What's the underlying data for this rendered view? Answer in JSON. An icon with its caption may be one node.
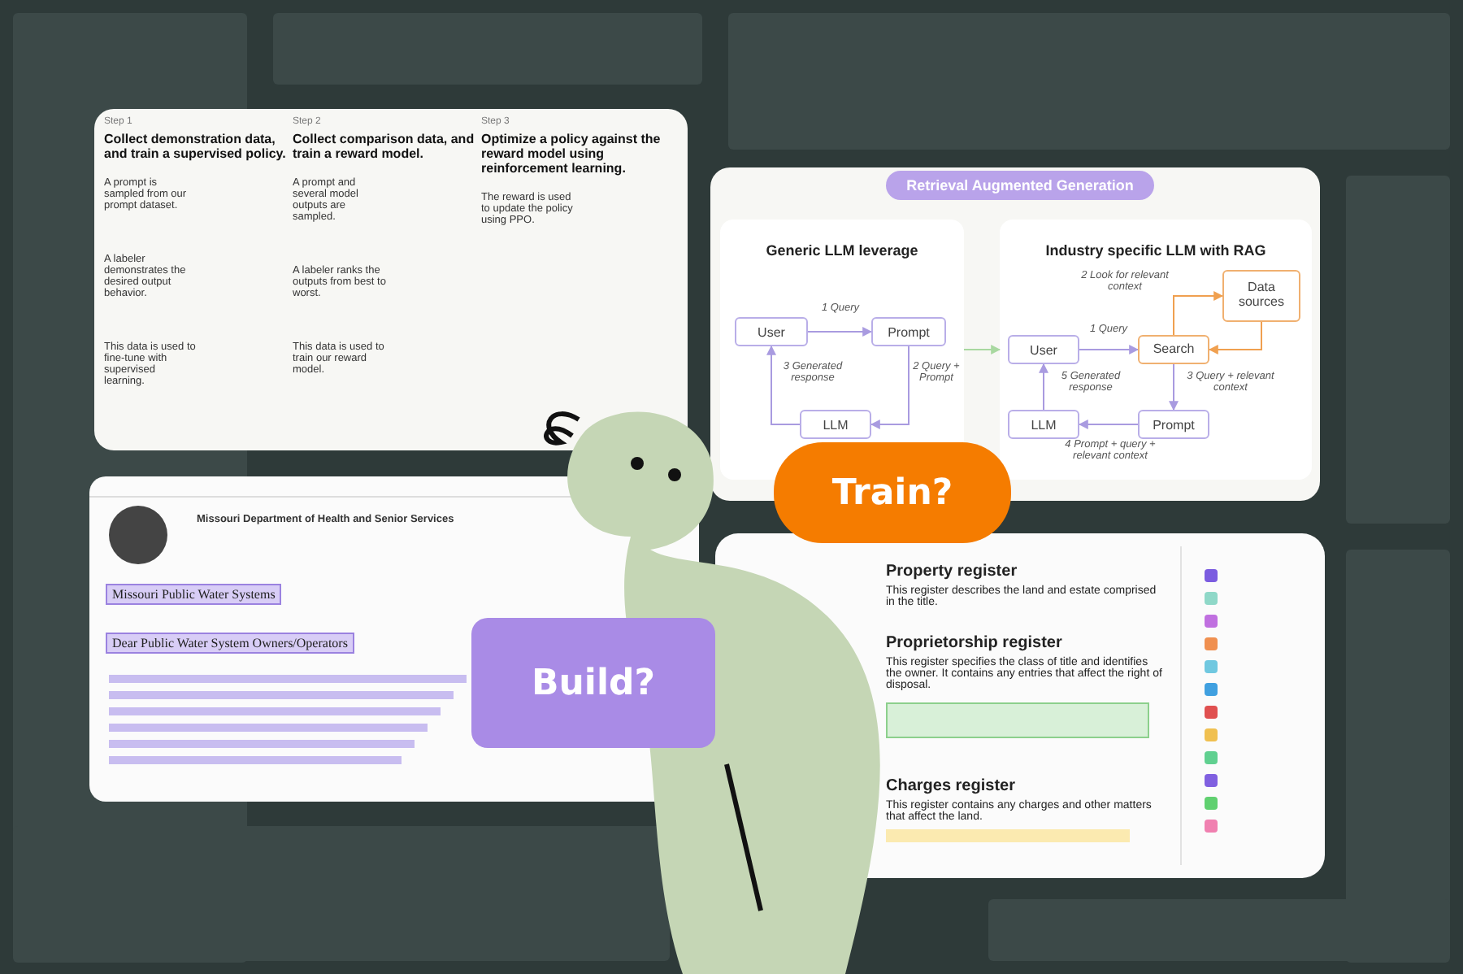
{
  "diagram": {
    "nodes": [
      {
        "text": [
          "Retrieval Augmented Generation"
        ]
      },
      {
        "text": [
          "Generic LLM leverage"
        ],
        "in": 0
      },
      {
        "text": [
          "User"
        ],
        "in": 1
      },
      {
        "text": [
          "Prompt"
        ],
        "in": 1
      },
      {
        "text": [
          "LLM"
        ],
        "in": 1
      },
      {
        "text": [
          "Industry specific LLM with RAG"
        ],
        "in": 0
      },
      {
        "text": [
          "User"
        ],
        "in": 5
      },
      {
        "text": [
          "Search"
        ],
        "in": 5
      },
      {
        "text": [
          "Data sources"
        ],
        "in": 5
      },
      {
        "text": [
          "Prompt"
        ],
        "in": 5
      },
      {
        "text": [
          "LLM"
        ],
        "in": 5
      },
      {
        "text": [],
        "shape": "box"
      },
      {
        "text": [
          "Step 1",
          "Collect demonstration data, and train a supervised policy.",
          "A prompt is sampled from our prompt dataset.",
          "A labeler demonstrates the desired output behavior.",
          "This data is used to fine-tune with supervised learning."
        ],
        "in": 11
      },
      {
        "text": [
          "Step 2",
          "Collect comparison data, and train a reward model.",
          "A prompt and several model outputs are sampled.",
          "A labeler ranks the outputs from best to worst.",
          "This data is used to train our reward model."
        ],
        "in": 11
      },
      {
        "text": [
          "Step 3",
          "Optimize a policy against the reward model using reinforcement learning.",
          "The reward is used to update the policy using PPO."
        ],
        "in": 11
      },
      {
        "text": [
          "Missouri Department of Health and Senior Services",
          "Missouri Public Water Systems",
          "Dear Public Water System Owners/Operators"
        ]
      },
      {
        "text": [
          "Property register",
          "This register describes the land and estate comprised in the title.",
          "Proprietorship register",
          "This register specifies the class of title and identifies the owner. It contains any entries that affect the right of disposal.",
          "Charges register",
          "This register contains any charges and other matters that affect the land."
        ]
      },
      {
        "text": [
          "Train?"
        ]
      },
      {
        "text": [
          "Build?"
        ]
      }
    ],
    "edges": [
      {
        "from": 2,
        "to": 3,
        "arrow": "to",
        "label": "1 Query"
      },
      {
        "from": 3,
        "to": 4,
        "arrow": "to",
        "label": "2 Query + Prompt"
      },
      {
        "from": 4,
        "to": 2,
        "arrow": "to",
        "label": "3 Generated response"
      },
      {
        "from": 1,
        "to": 5,
        "arrow": "to",
        "color": "#a8d8a0"
      },
      {
        "from": 6,
        "to": 7,
        "arrow": "to",
        "label": "1 Query"
      },
      {
        "from": 7,
        "to": 8,
        "arrow": "to",
        "label": "2 Look for relevant context",
        "color": "#f0a050"
      },
      {
        "from": 8,
        "to": 7,
        "arrow": "to",
        "color": "#f0a050"
      },
      {
        "from": 7,
        "to": 9,
        "arrow": "to",
        "label": "3 Query + relevant context"
      },
      {
        "from": 9,
        "to": 10,
        "arrow": "to",
        "label": "4 Prompt + query + relevant context"
      },
      {
        "from": 10,
        "to": 6,
        "arrow": "to",
        "label": "5 Generated response"
      }
    ]
  }
}
